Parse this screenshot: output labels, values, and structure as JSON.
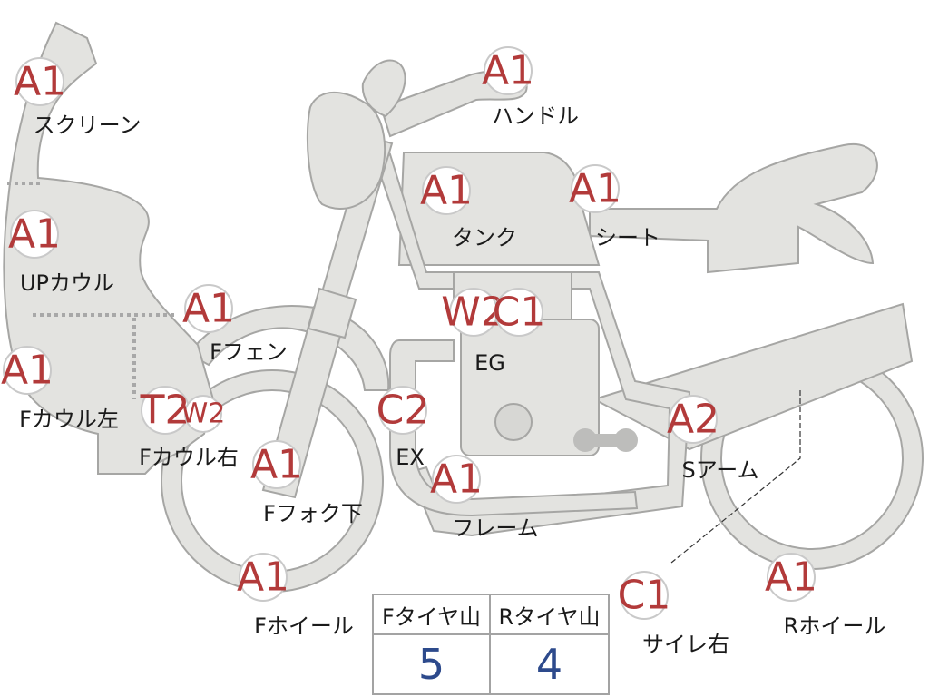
{
  "parts": {
    "screen": {
      "grade": "A1",
      "label": "スクリーン"
    },
    "handle": {
      "grade": "A1",
      "label": "ハンドル"
    },
    "tank": {
      "grade": "A1",
      "label": "タンク"
    },
    "seat": {
      "grade": "A1",
      "label": "シート"
    },
    "up_cowl": {
      "grade": "A1",
      "label": "UPカウル"
    },
    "engine": {
      "grades": [
        "W2",
        "C1"
      ],
      "label": "EG"
    },
    "f_fender": {
      "grade": "A1",
      "label": "Fフェン"
    },
    "f_cowl_left": {
      "grade": "A1",
      "label": "Fカウル左"
    },
    "f_cowl_right": {
      "grades": [
        "T2",
        "W2"
      ],
      "label": "Fカウル右"
    },
    "exhaust": {
      "grade": "C2",
      "label": "EX"
    },
    "swingarm": {
      "grade": "A2",
      "label": "Sアーム"
    },
    "f_fork": {
      "grade": "A1",
      "label": "Fフォク下"
    },
    "frame": {
      "grade": "A1",
      "label": "フレーム"
    },
    "f_wheel": {
      "grade": "A1",
      "label": "Fホイール"
    },
    "silencer_right": {
      "grade": "C1",
      "label": "サイレ右"
    },
    "r_wheel": {
      "grade": "A1",
      "label": "Rホイール"
    }
  },
  "tire_tread": {
    "front": {
      "label": "Fタイヤ山",
      "value": "5"
    },
    "rear": {
      "label": "Rタイヤ山",
      "value": "4"
    }
  },
  "colors": {
    "grade_text": "#b23a3a",
    "tread_value": "#2d4a8c",
    "part_fill": "#e3e3e0"
  }
}
